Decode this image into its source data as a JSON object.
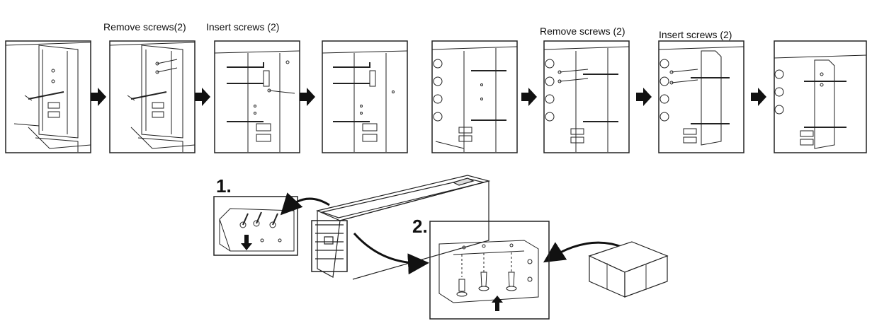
{
  "labels": {
    "remove_1": "Remove screws(2)",
    "insert_1": "Insert screws (2)",
    "remove_2": "Remove screws (2)",
    "insert_2": "Insert screws (2)"
  },
  "steps": {
    "one": "1.",
    "two": "2."
  },
  "arrow_color": "#111111",
  "line_color": "#222222"
}
